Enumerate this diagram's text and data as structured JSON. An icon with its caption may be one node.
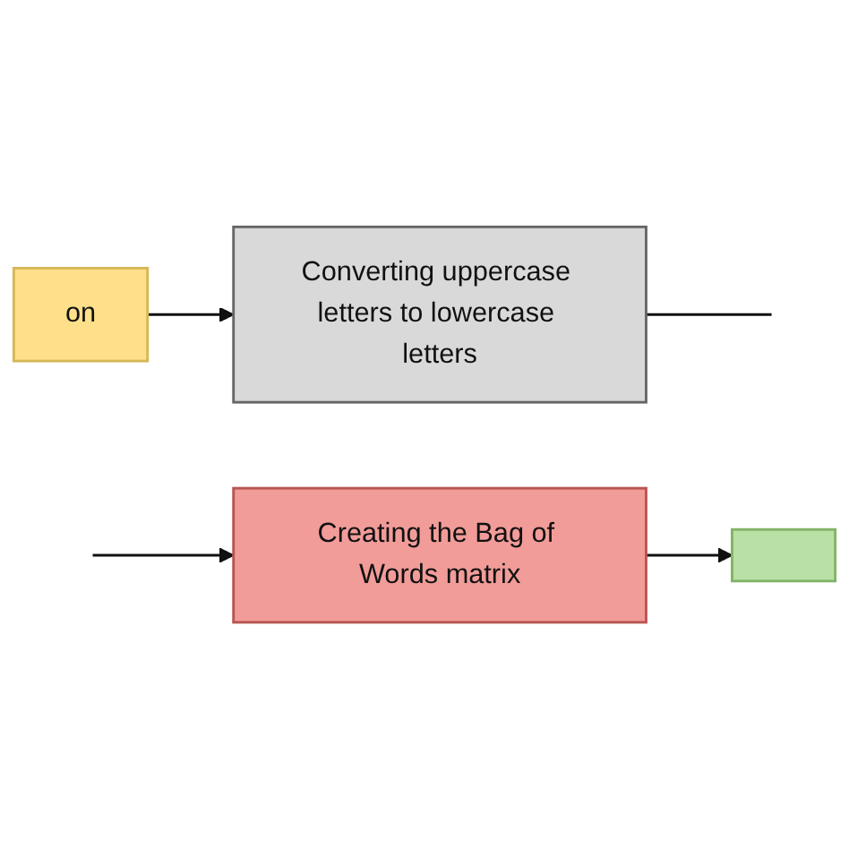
{
  "diagram": {
    "nodes": [
      {
        "text": [
          "on"
        ]
      },
      {
        "text": [
          "Converting uppercase letters to lowercase letters"
        ]
      },
      {
        "text": [
          "Creating the Bag of Words matrix"
        ]
      },
      {
        "text": [],
        "shape": "box"
      }
    ],
    "edges": [
      {
        "from": 0,
        "to": 1,
        "arrow": "to"
      },
      {
        "from": 1,
        "to": null,
        "arrow": "none"
      },
      {
        "from": null,
        "to": 2,
        "arrow": "to"
      },
      {
        "from": 2,
        "to": 3,
        "arrow": "to"
      }
    ]
  }
}
